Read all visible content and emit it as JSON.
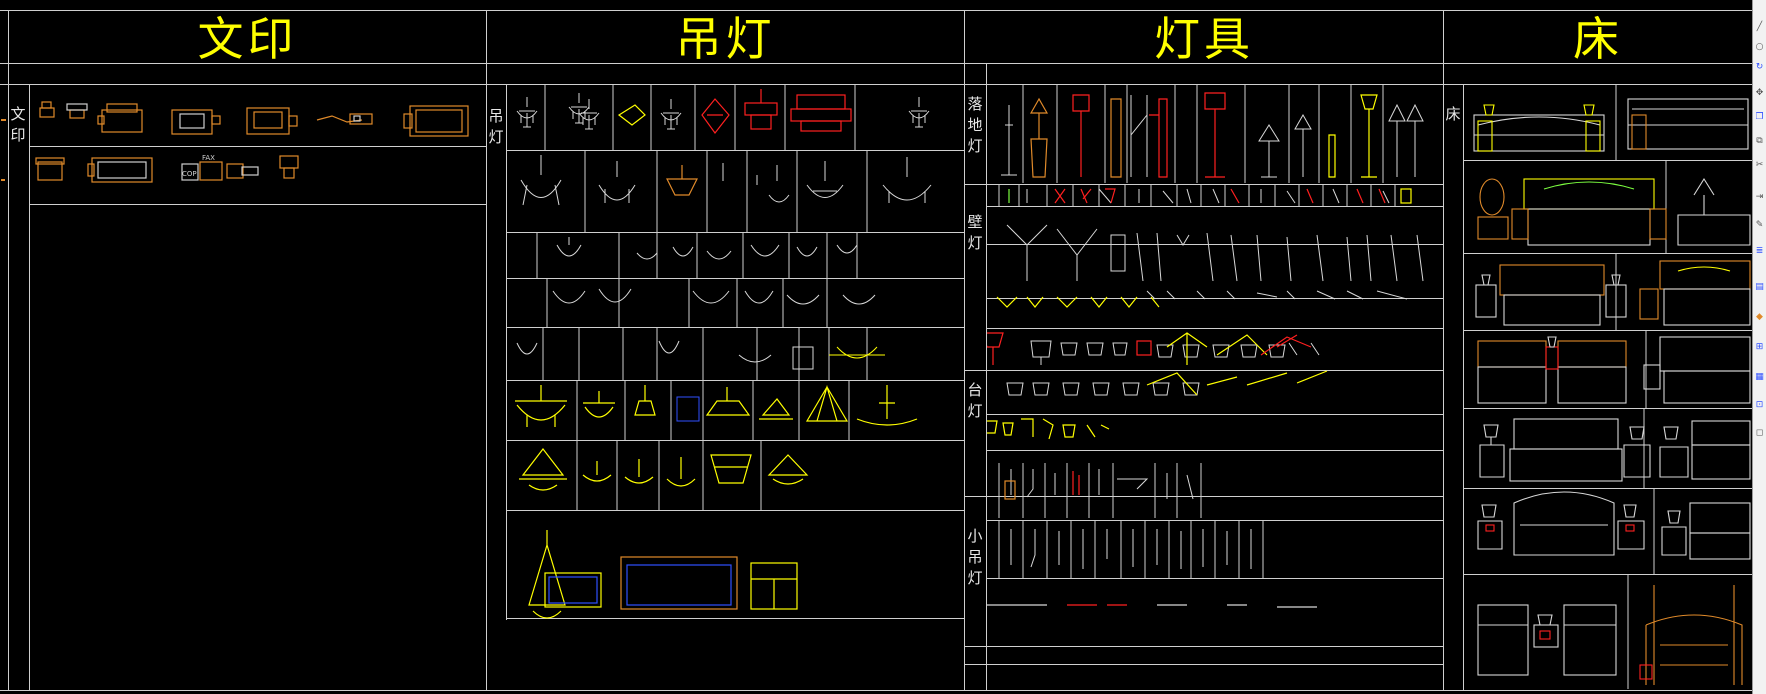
{
  "headers": {
    "col1": "文印",
    "col2": "吊灯",
    "col3": "灯具",
    "col4": "床"
  },
  "labels": {
    "wenyin": [
      "文",
      "印"
    ],
    "diaodeng": [
      "吊",
      "灯"
    ],
    "luodideng": [
      "落",
      "地",
      "灯"
    ],
    "bideng": [
      "壁",
      "灯"
    ],
    "taideng": [
      "台",
      "灯"
    ],
    "xiaodiaodeng": [
      "小",
      "吊",
      "灯"
    ],
    "chuang": "床"
  },
  "fax_text": "FAX",
  "copier_text": "COP",
  "colors": {
    "background": "#000000",
    "grid": "#cfcfcf",
    "header_text": "#ffff00",
    "line_white": "#d8d8d8",
    "line_yellow": "#ffff00",
    "line_red": "#ff2020",
    "line_orange": "#e08a2a",
    "line_green": "#7cff40",
    "line_blue": "#3050ff"
  },
  "right_toolbar": {
    "icons": [
      "draw-line-icon",
      "circle-icon",
      "rotate-icon",
      "move-icon",
      "copy-icon",
      "mirror-icon",
      "trim-icon",
      "extend-icon",
      "pencil-icon",
      "layer-icon",
      "properties-icon",
      "block-icon"
    ]
  }
}
